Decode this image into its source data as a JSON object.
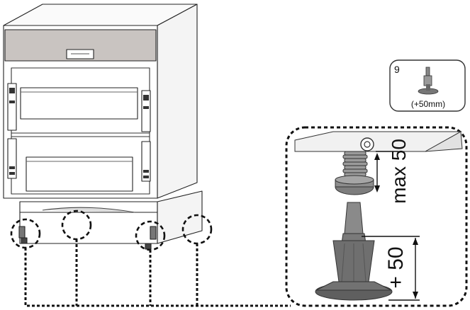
{
  "part_box": {
    "step_number": "9",
    "caption": "(+50mm)"
  },
  "detail": {
    "max_label": "max 50",
    "extension_label": "+ 50"
  }
}
